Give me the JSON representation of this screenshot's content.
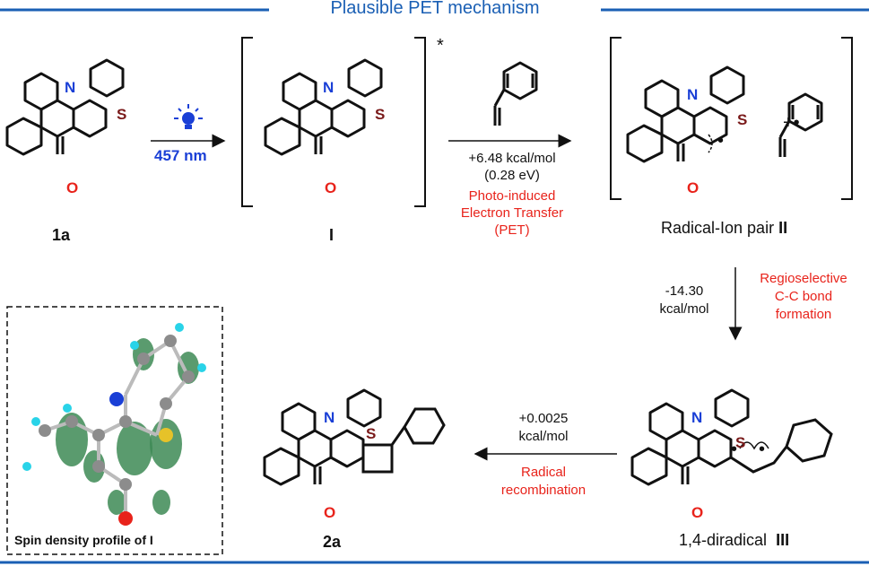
{
  "title": "Plausible PET mechanism",
  "steps": {
    "light": {
      "wavelength": "457 nm"
    },
    "pet": {
      "energy": "+6.48 kcal/mol",
      "energy_ev": "(0.28 eV)",
      "name_line1": "Photo-induced",
      "name_line2": "Electron Transfer",
      "name_line3": "(PET)"
    },
    "cc_bond": {
      "energy_line1": "-14.30",
      "energy_line2": "kcal/mol",
      "name_line1": "Regioselective",
      "name_line2": "C-C bond",
      "name_line3": "formation"
    },
    "recombination": {
      "energy_line1": "+0.0025",
      "energy_line2": "kcal/mol",
      "name_line1": "Radical",
      "name_line2": "recombination"
    }
  },
  "species": {
    "start": "1a",
    "excited": "I",
    "excited_marker": "*",
    "radical_ion_pair": "Radical-Ion pair",
    "radical_ion_pair_id": "II",
    "diradical": "1,4-diradical",
    "diradical_id": "III",
    "product": "2a"
  },
  "atoms": {
    "N": "N",
    "S": "S",
    "O": "O"
  },
  "radical_marks": {
    "plus_dot": "+•",
    "dot": "•"
  },
  "inset": {
    "caption": "Spin density profile of I"
  },
  "colors": {
    "title": "#1a5fb4",
    "rule": "#1a5fb4",
    "nitrogen": "#1a3fd6",
    "sulfur": "#7a1a1a",
    "oxygen": "#e8231b",
    "annotation": "#e8231b",
    "lamp": "#1a3fd6",
    "spin_lobe": "#3d8a55",
    "hydrogen": "#29d3e8",
    "carbon": "#8c8c8c"
  }
}
